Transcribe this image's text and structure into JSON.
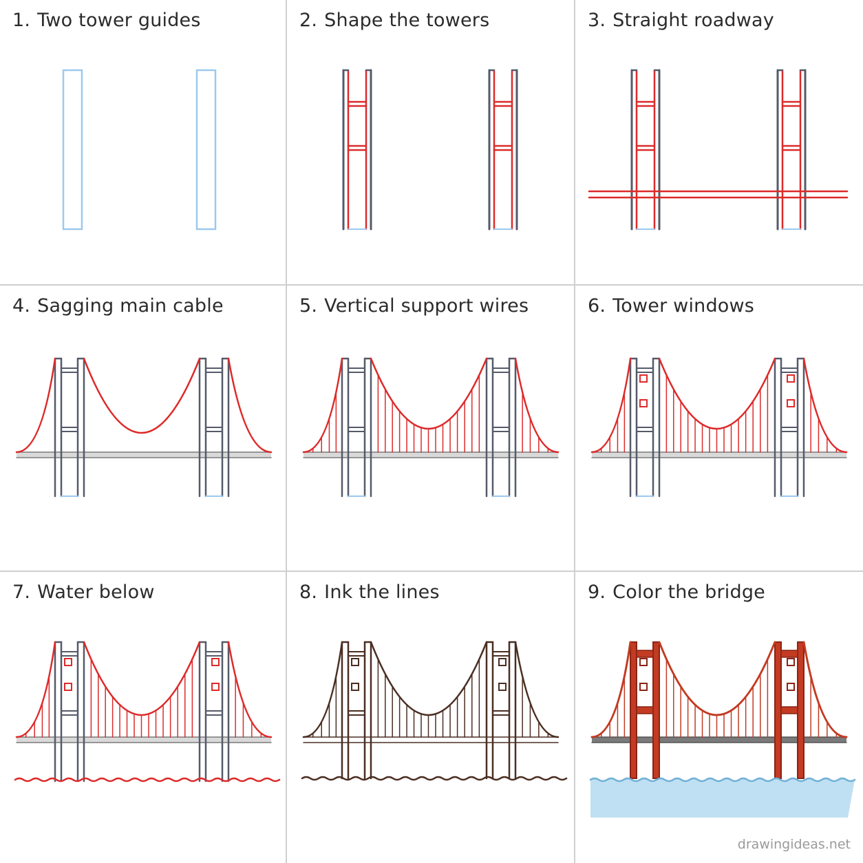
{
  "steps": [
    {
      "number": "1.",
      "title": "Two tower guides"
    },
    {
      "number": "2.",
      "title": "Shape the towers"
    },
    {
      "number": "3.",
      "title": "Straight roadway"
    },
    {
      "number": "4.",
      "title": "Sagging main cable"
    },
    {
      "number": "5.",
      "title": "Vertical support wires"
    },
    {
      "number": "6.",
      "title": "Tower windows"
    },
    {
      "number": "7.",
      "title": "Water below"
    },
    {
      "number": "8.",
      "title": "Ink the lines"
    },
    {
      "number": "9.",
      "title": "Color the bridge"
    }
  ],
  "credit": "drawingideas.net",
  "colors": {
    "guide_blue": "#9cc9ee",
    "sketch_red": "#dd2a2a",
    "pencil_gray": "#555a6a",
    "ink_brown": "#4a2e22",
    "bridge_orange": "#c23b22",
    "water_blue": "#bfe0f2",
    "road_gray": "#7a7a7a",
    "divider": "#cfcfcf"
  }
}
